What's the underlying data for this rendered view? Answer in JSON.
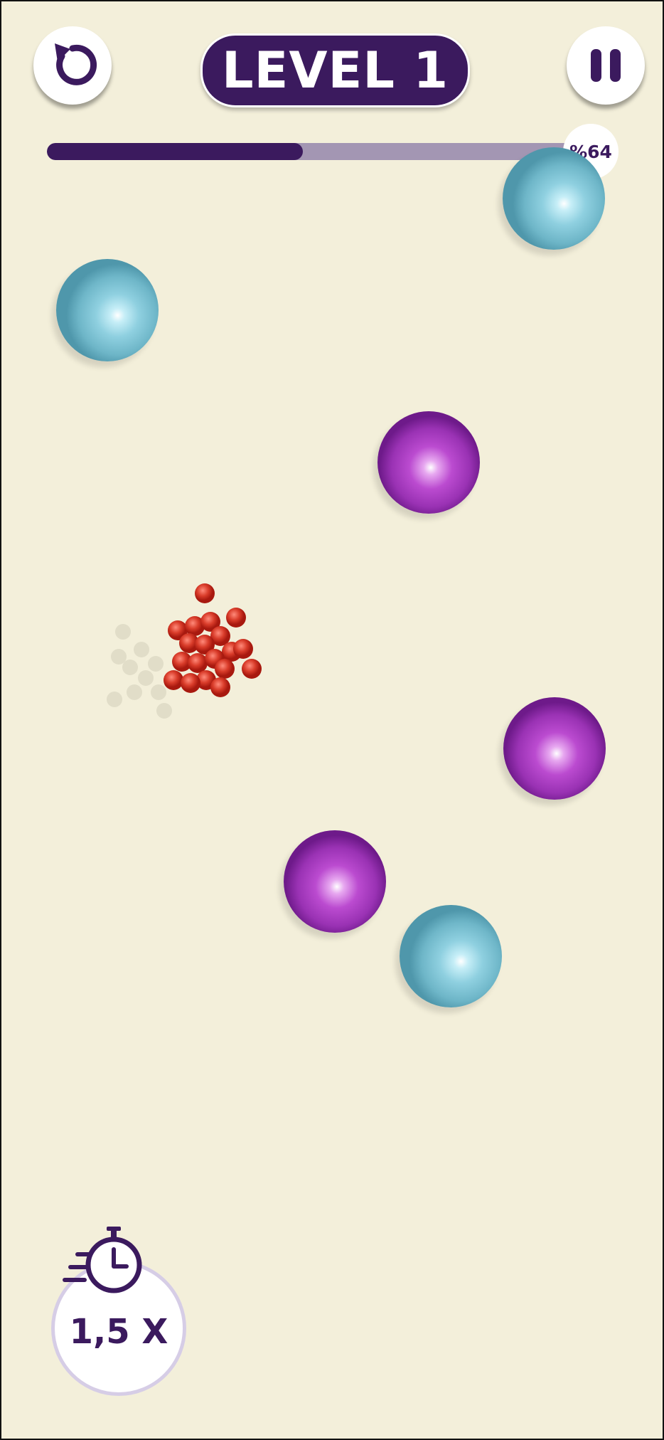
{
  "header": {
    "level_title": "LEVEL 1",
    "restart_icon": "restart-arrow-icon",
    "pause_icon": "pause-icon"
  },
  "progress": {
    "value_percent": 64,
    "label": "%64",
    "fill_color": "#3b1a5e",
    "track_color": "#a396b3"
  },
  "speed_boost": {
    "label": "1,5 X",
    "icon": "stopwatch-icon"
  },
  "colors": {
    "background": "#f3efda",
    "accent": "#3b1a5e",
    "blue_ball": "#6eb6c8",
    "purple_ball": "#a23cbd",
    "crowd": "#c8281a"
  }
}
